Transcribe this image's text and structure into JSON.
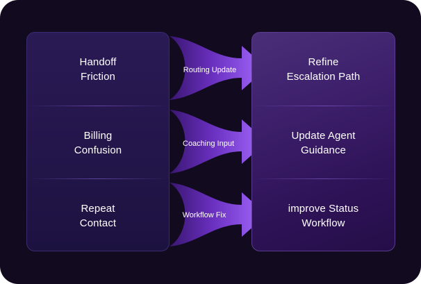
{
  "sources": [
    {
      "label": "Handoff\nFriction"
    },
    {
      "label": "Billing\nConfusion"
    },
    {
      "label": "Repeat\nContact"
    }
  ],
  "targets": [
    {
      "label": "Refine\nEscalation Path"
    },
    {
      "label": "Update Agent\nGuidance"
    },
    {
      "label": "improve Status\nWorkflow"
    }
  ],
  "flows": [
    {
      "label": "Routing Update"
    },
    {
      "label": "Coaching Input"
    },
    {
      "label": "Workflow Fix"
    }
  ],
  "colors": {
    "background": "#120a1f",
    "arrow_light": "#a66bff",
    "arrow_dark": "#4a1f8f",
    "text": "#ffffff"
  }
}
